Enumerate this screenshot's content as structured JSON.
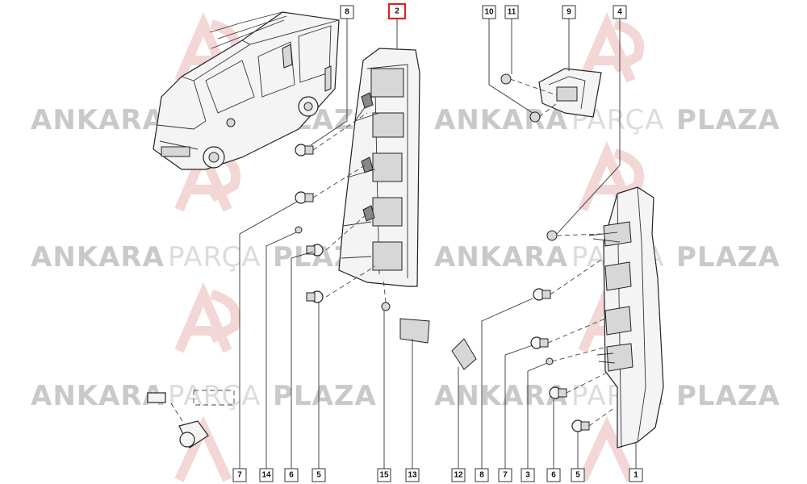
{
  "watermark": {
    "word1": "ANKARA",
    "word2": "PARÇA",
    "word3": "PLAZA",
    "logo_letters": "AP"
  },
  "highlight_color": "#e02020",
  "callouts": {
    "top": [
      "8",
      "2",
      "10",
      "11",
      "9",
      "4"
    ],
    "bottom": [
      "7",
      "14",
      "6",
      "5",
      "15",
      "13",
      "12",
      "8",
      "7",
      "3",
      "6",
      "5",
      "1"
    ],
    "highlighted": "2"
  }
}
